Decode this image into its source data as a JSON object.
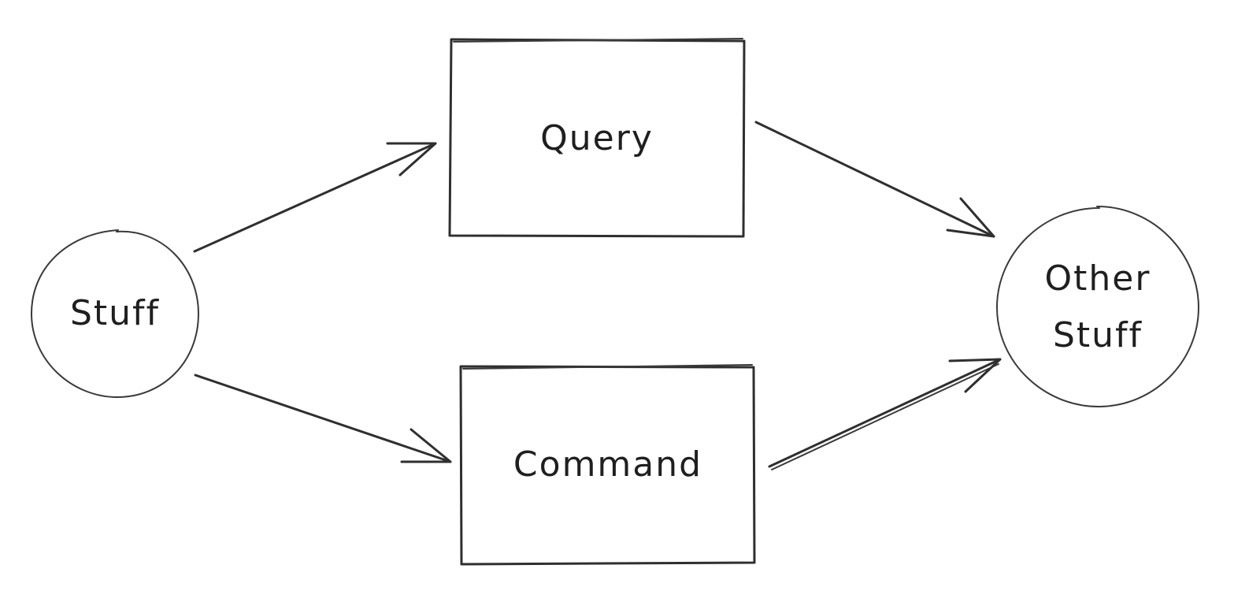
{
  "nodes": {
    "source": {
      "label": "Stuff"
    },
    "query": {
      "label": "Query"
    },
    "command": {
      "label": "Command"
    },
    "target": {
      "label_line1": "Other",
      "label_line2": "Stuff"
    }
  }
}
